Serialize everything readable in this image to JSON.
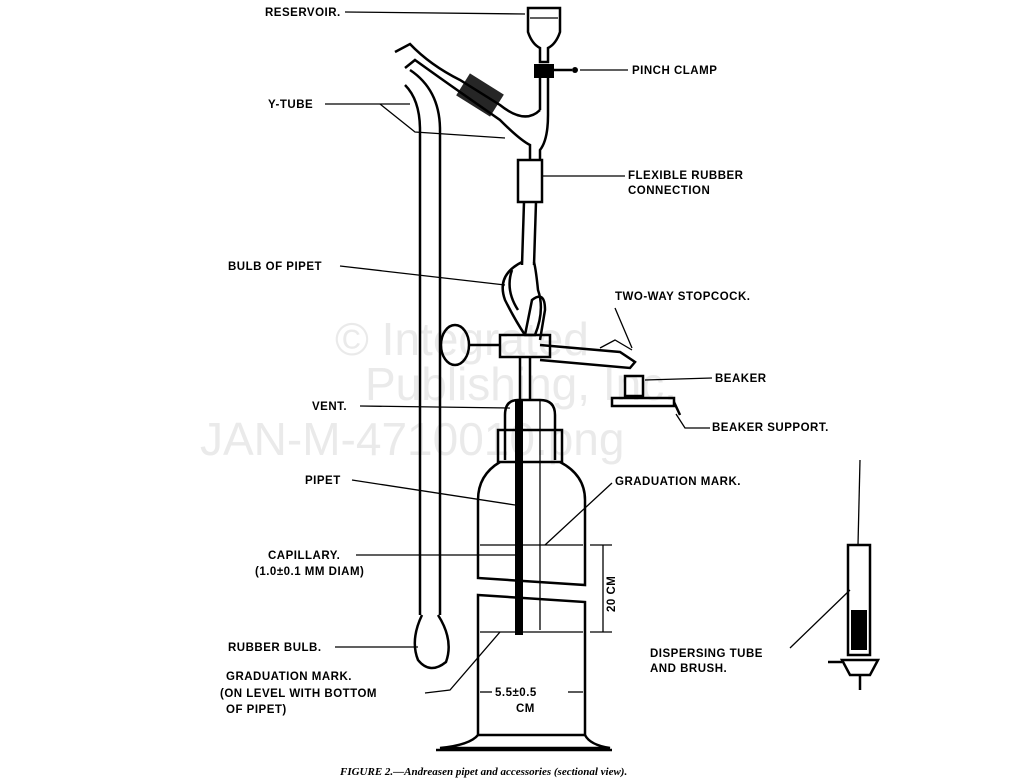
{
  "labels": {
    "reservoir": "RESERVOIR.",
    "pinch_clamp": "PINCH CLAMP",
    "y_tube": "Y-TUBE",
    "flexible_1": "FLEXIBLE RUBBER",
    "flexible_2": "CONNECTION",
    "bulb_of_pipet": "BULB OF PIPET",
    "stopcock": "TWO-WAY STOPCOCK.",
    "beaker": "BEAKER",
    "beaker_support": "BEAKER SUPPORT.",
    "vent": "VENT.",
    "pipet": "PIPET",
    "graduation_mark": "GRADUATION MARK.",
    "capillary_1": "CAPILLARY.",
    "capillary_2": "(1.0±0.1 MM DIAM)",
    "twenty_cm": "20 CM",
    "rubber_bulb": "RUBBER BULB.",
    "grad_mark_2_1": "GRADUATION MARK.",
    "grad_mark_2_2": "(ON LEVEL WITH BOTTOM",
    "grad_mark_2_3": "OF PIPET)",
    "diameter_1": "5.5±0.5",
    "diameter_2": "CM",
    "dispersing_1": "DISPERSING TUBE",
    "dispersing_2": "AND BRUSH."
  },
  "caption": "FIGURE 2.—Andreasen pipet and accessories (sectional view).",
  "watermark": [
    "© Integrated",
    "Publishing, Inc.",
    "JAN-M-4710010.png"
  ]
}
